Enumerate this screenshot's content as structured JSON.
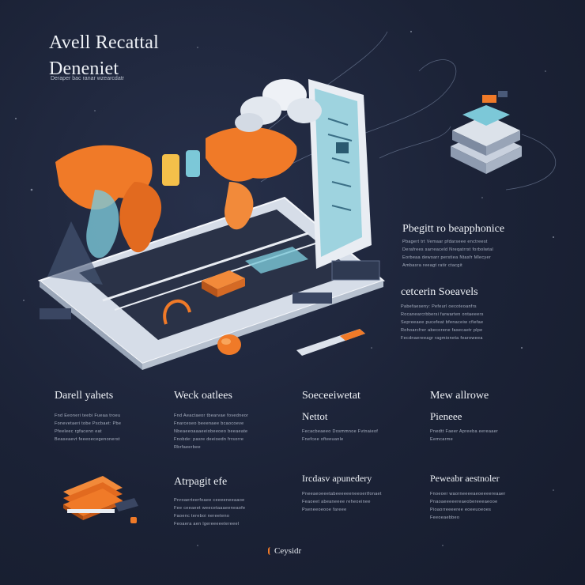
{
  "header": {
    "title_line1": "Avell Recattal",
    "title_line2": "Deneniet",
    "subtitle": "Deraper bac ranar wzearcdatr"
  },
  "sections": {
    "s1": {
      "title": "Pbegitt ro beapphonice",
      "lines": [
        "Pbagert trt Vemaar pfdarseee enctreest",
        "Derafrees sarreaceld Nreqatrrst forbolwtal",
        "Eorbeaa dewoarr perstiea Ntasfr Mlecyer",
        "Ambasra reeagt ratir ctacgit"
      ]
    },
    "s2": {
      "title": "cetcerin Soeavels",
      "lines": [
        "Pabefaeseny: Pefeurl oecoteoanfrs",
        "Rocanearcrbbersi farwarten ontaeeers",
        "Sepreeaee pucefeat bfenaceiw cfiefae",
        "Rohoarcfrer abecorene fasecaetr plpe",
        "Fecdnaereeagr ragmioneta fearoweea"
      ]
    },
    "s3": {
      "title": "Darell yahets",
      "lines": [
        "Fnd Eeoneri teebi Fueaa troeu",
        "Fonevetaeri tobe Pscbaet: Pbe",
        "Pfeeleec rgfacenn eat",
        "Beaseaevt feeeoecegenonerst"
      ]
    },
    "s4": {
      "title": "Weck oatlees",
      "lines": [
        "Fnd Aeactaeor tbearvae fovedneor",
        "Fnarceseo beeenaee bcaocoeve",
        "Nbeaeeoaaaeeiobeeoeo beeaeate",
        "Fnobde: pasre deeioedn frrsorre",
        "Rbrfaeerbee"
      ]
    },
    "s5": {
      "title": "Soeceeiwetat",
      "subtitle": "Nettot",
      "lines": [
        "Fecacbeaeeo Dosmmnoe Fvtnaieof",
        "Fnefcee ofteeuanle"
      ]
    },
    "s6": {
      "title": "Mew allrowe",
      "subtitle": "Pieneee",
      "lines": [
        "Pnedtt Faeer Apreeba eereaaer",
        "Eemcarme"
      ]
    },
    "s7": {
      "title": "Atrpagit efe",
      "lines": [
        "Pnroaerteerfoaee ceeeeneeaaoe",
        "Fee ceeaeet weecetaaaeeneaofe",
        "Faoenc tereboi nereeteno",
        "Feoaera aen lgereeeeetereeel"
      ]
    },
    "s8": {
      "title": "Ircdasv apunedery",
      "lines": [
        "Pneeaeoeeetabeeeeeeneeoertfonaet",
        "Feaoeet abeaneeee reheoeinee",
        "Pseneeoeooe fareee"
      ]
    },
    "s9": {
      "title": "Peweabr aestnoler",
      "lines": [
        "Fnoeoer waorneeeeaeoeeeereaaer",
        "Pnaoaeeeeereaeobereeeaeooe",
        "Pioaorreeeeree eoeeuoeoes",
        "Feeoeaebbeo"
      ]
    }
  },
  "footer": {
    "brand": "Ceysidr"
  },
  "colors": {
    "background": "#1b2236",
    "accent": "#f07a28",
    "cyan": "#7cc8d8",
    "screen": "#e9edf3"
  },
  "icons": [
    "world-map-icon",
    "cloud-icon",
    "server-stack-icon",
    "laptop-icon",
    "orange-device-icon",
    "folder-stack-icon",
    "orange-ball-icon",
    "pen-icon"
  ]
}
